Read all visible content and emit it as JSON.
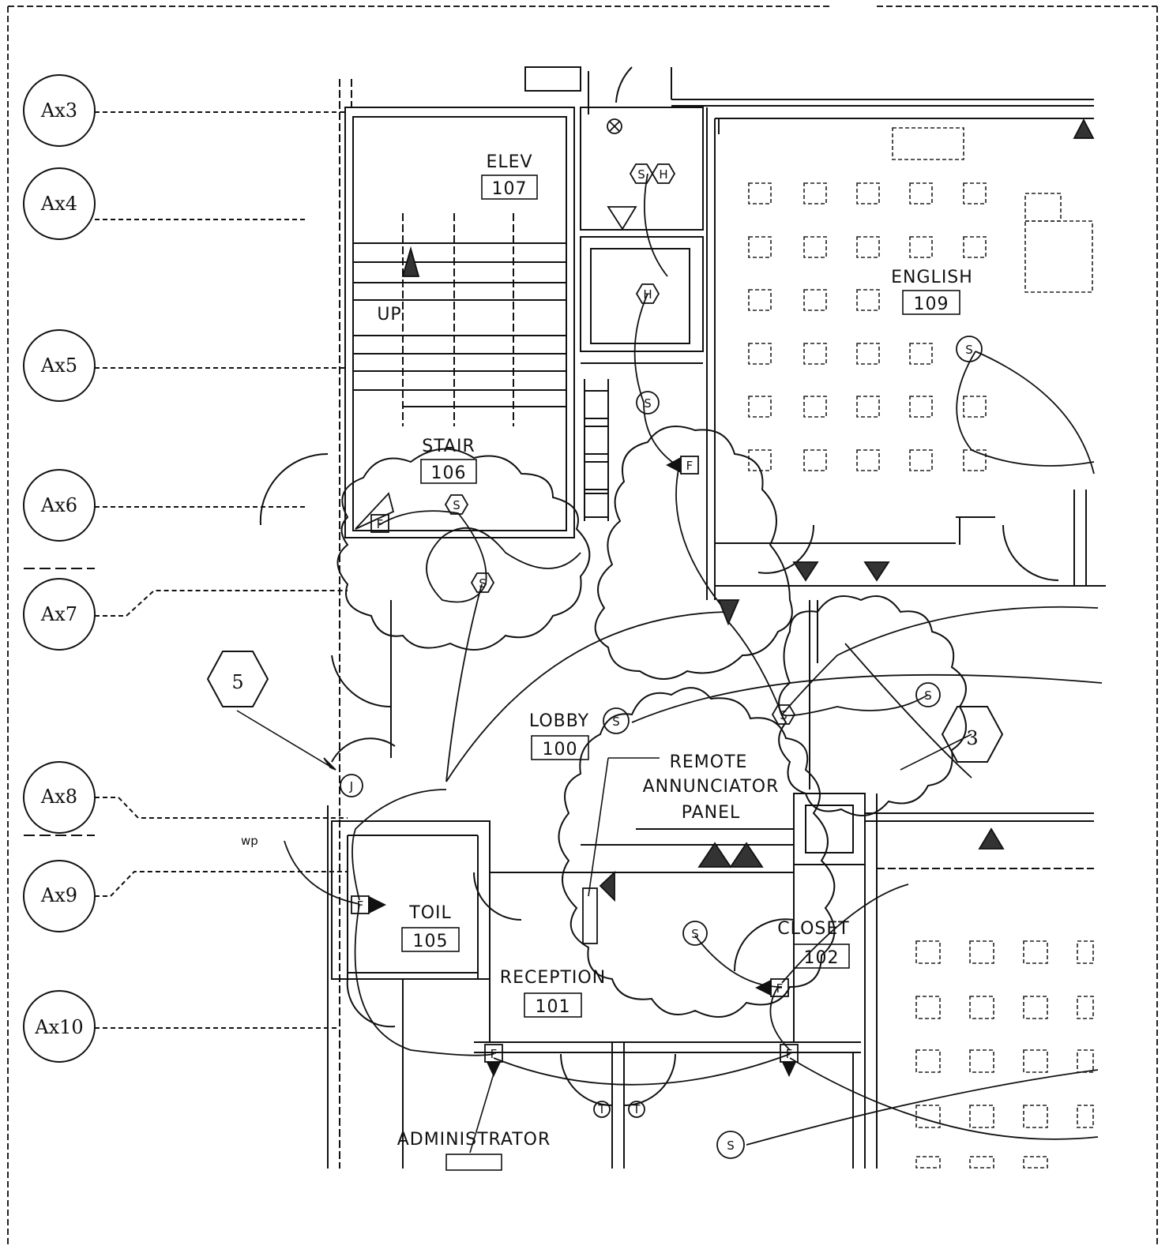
{
  "axis_bubbles": [
    "Ax3",
    "Ax4",
    "Ax5",
    "Ax6",
    "Ax7",
    "Ax8",
    "Ax9",
    "Ax10"
  ],
  "rooms": {
    "elev": {
      "name": "ELEV",
      "number": "107"
    },
    "stair": {
      "name": "STAIR",
      "number": "106"
    },
    "english": {
      "name": "ENGLISH",
      "number": "109"
    },
    "lobby": {
      "name": "LOBBY",
      "number": "100"
    },
    "toil": {
      "name": "TOIL",
      "number": "105"
    },
    "reception": {
      "name": "RECEPTION",
      "number": "101"
    },
    "closet": {
      "name": "CLOSET",
      "number": "102"
    },
    "administrator": {
      "name": "ADMINISTRATOR"
    }
  },
  "labels": {
    "up": "UP",
    "annunciator_line1": "REMOTE",
    "annunciator_line2": "ANNUNCIATOR",
    "annunciator_line3": "PANEL",
    "wp": "wp"
  },
  "keynotes": [
    "5",
    "3"
  ],
  "symbols": {
    "smoke": "S",
    "heat": "H",
    "flow": "F",
    "junction": "J",
    "tamper": "T"
  }
}
